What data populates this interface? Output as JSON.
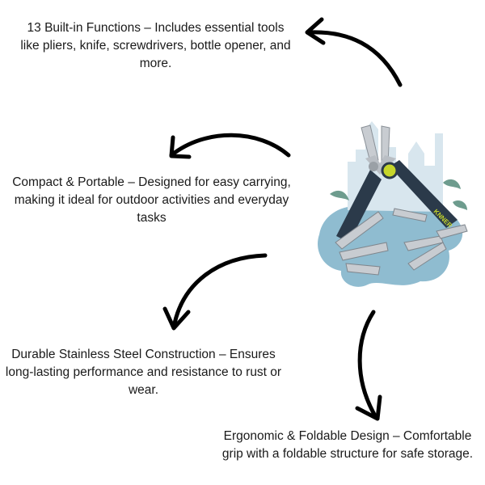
{
  "features": [
    {
      "text": "13 Built-in Functions – Includes essential tools like pliers, knife, screwdrivers, bottle opener, and more."
    },
    {
      "text": "Compact & Portable – Designed for easy carrying, making it ideal for outdoor activities and everyday tasks"
    },
    {
      "text": "Durable Stainless Steel Construction – Ensures long-lasting performance and resistance to rust or wear."
    },
    {
      "text": "Ergonomic & Foldable Design – Comfortable grip with a foldable structure for safe storage."
    }
  ],
  "product": {
    "brand_mark": "KNNER"
  },
  "colors": {
    "text": "#1a1a1a",
    "arrow": "#000000",
    "splash": "#8fbcd0",
    "handle": "#2b3a4a",
    "steel": "#c8ccd1",
    "accent": "#c6d62a"
  }
}
